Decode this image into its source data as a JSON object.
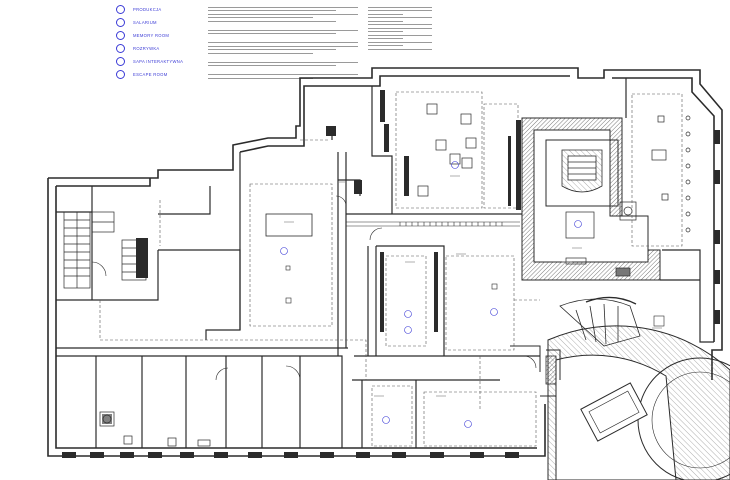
{
  "legend": {
    "items": [
      {
        "label": "PRODUKCJA"
      },
      {
        "label": "SALARIUM"
      },
      {
        "label": "MEMORY ROOM"
      },
      {
        "label": "ROZRYWKA"
      },
      {
        "label": "SAPA INTERAKTYWNA"
      },
      {
        "label": "ESCAPE ROOM"
      }
    ]
  },
  "colors": {
    "legend_accent": "#3b3bd6",
    "wall": "#2b2b2b",
    "annotation": "#7a7a7a",
    "room_label": "#3b3bd6"
  }
}
